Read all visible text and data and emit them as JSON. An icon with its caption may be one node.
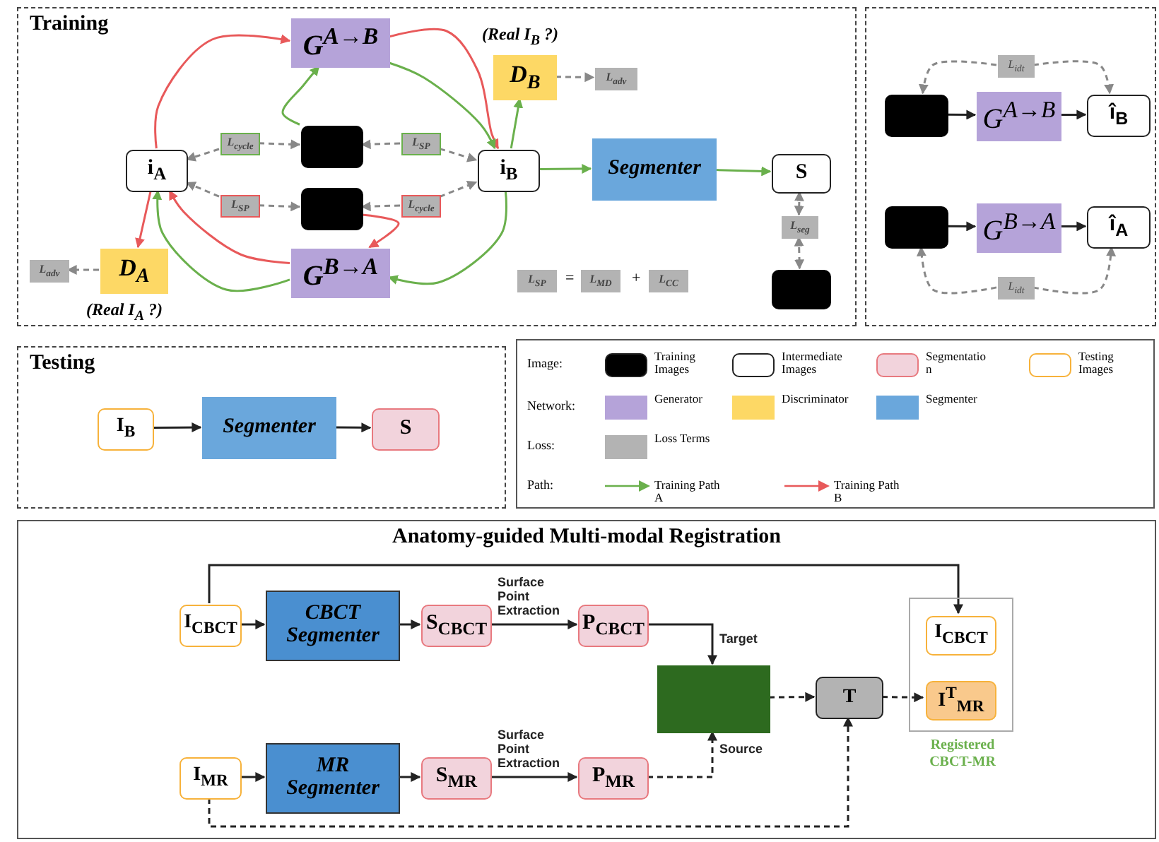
{
  "diagram": {
    "nodes": [
      {
        "text": [
          "Training"
        ]
      },
      {
        "text": [
          "i$_{A}$"
        ],
        "in": 0
      },
      {
        "text": [
          "G$^{A→B}$"
        ],
        "in": 0
      },
      {
        "text": [
          "D$_{B}$"
        ],
        "in": 0,
        "beside": [
          "(Real I$_{B}$ ?)"
        ]
      },
      {
        "text": [
          "L$_{adv}$"
        ],
        "in": 0
      },
      {
        "text": [
          "L$_{cycle}$"
        ],
        "in": 0
      },
      {
        "text": [],
        "shape": "box",
        "in": 0
      },
      {
        "text": [
          "L$_{SP}$"
        ],
        "in": 0
      },
      {
        "text": [
          "i$_{B}$"
        ],
        "in": 0
      },
      {
        "text": [
          "Segmenter"
        ],
        "in": 0
      },
      {
        "text": [
          "S"
        ],
        "in": 0
      },
      {
        "text": [
          "L$_{SP}$"
        ],
        "in": 0
      },
      {
        "text": [],
        "shape": "box",
        "in": 0
      },
      {
        "text": [
          "L$_{cycle}$"
        ],
        "in": 0
      },
      {
        "text": [
          "D$_{A}$"
        ],
        "in": 0,
        "beside": [
          "(Real I$_{A}$ ?)"
        ]
      },
      {
        "text": [
          "L$_{adv}$"
        ],
        "in": 0
      },
      {
        "text": [
          "G$^{B→A}$"
        ],
        "in": 0
      },
      {
        "text": [
          "L$_{seg}$"
        ],
        "in": 0
      },
      {
        "text": [],
        "shape": "box",
        "in": 0
      },
      {
        "text": [
          "L$_{SP}$"
        ],
        "in": 0
      },
      {
        "text": [
          "L$_{MD}$"
        ],
        "in": 0
      },
      {
        "text": [
          "L$_{CC}$"
        ],
        "in": 0
      },
      {
        "text": [],
        "shape": "box"
      },
      {
        "text": [],
        "shape": "box",
        "in": 22
      },
      {
        "text": [
          "G$^{A→B}$"
        ],
        "in": 22
      },
      {
        "text": [
          "î$_{B}$"
        ],
        "in": 22
      },
      {
        "text": [
          "L$_{idt}$"
        ],
        "in": 22
      },
      {
        "text": [],
        "shape": "box",
        "in": 22
      },
      {
        "text": [
          "G$^{B→A}$"
        ],
        "in": 22
      },
      {
        "text": [
          "î$_{A}$"
        ],
        "in": 22
      },
      {
        "text": [
          "L$_{idt}$"
        ],
        "in": 22
      },
      {
        "text": [
          "Testing"
        ]
      },
      {
        "text": [
          "I$_{B}$"
        ],
        "in": 31
      },
      {
        "text": [
          "Segmenter"
        ],
        "in": 31
      },
      {
        "text": [
          "S"
        ],
        "in": 31
      },
      {
        "text": [
          "Anatomy-guided Multi-modal Registration"
        ]
      },
      {
        "text": [
          "I$_{CBCT}$"
        ],
        "in": 35
      },
      {
        "text": [
          "CBCT Segmenter"
        ],
        "in": 35
      },
      {
        "text": [
          "S$_{CBCT}$"
        ],
        "in": 35
      },
      {
        "text": [
          "P$_{CBCT}$"
        ],
        "in": 35
      },
      {
        "text": [],
        "shape": "box",
        "in": 35
      },
      {
        "text": [
          "T"
        ],
        "in": 35
      },
      {
        "text": [],
        "shape": "box",
        "in": 35,
        "beside": [
          "Registered CBCT-MR"
        ]
      },
      {
        "text": [
          "I$_{CBCT}$"
        ],
        "in": 42
      },
      {
        "text": [
          "I$^{T}$$_{MR}$"
        ],
        "in": 42
      },
      {
        "text": [
          "I$_{MR}$"
        ],
        "in": 35
      },
      {
        "text": [
          "MR Segmenter"
        ],
        "in": 35
      },
      {
        "text": [
          "S$_{MR}$"
        ],
        "in": 35
      },
      {
        "text": [
          "P$_{MR}$"
        ],
        "in": 35
      }
    ],
    "edges": [
      {
        "from": 1,
        "to": 2,
        "arrow": "to",
        "color": "#e8595a"
      },
      {
        "from": 2,
        "to": 8,
        "arrow": "to",
        "color": "#e8595a"
      },
      {
        "from": 2,
        "to": 8,
        "arrow": "to",
        "color": "#6ab04c"
      },
      {
        "from": 6,
        "to": 2,
        "arrow": "to",
        "color": "#6ab04c"
      },
      {
        "from": 8,
        "to": 3,
        "arrow": "to",
        "color": "#6ab04c"
      },
      {
        "from": 8,
        "to": 9,
        "arrow": "to",
        "color": "#6ab04c"
      },
      {
        "from": 9,
        "to": 10,
        "arrow": "to",
        "color": "#6ab04c"
      },
      {
        "from": 8,
        "to": 16,
        "arrow": "to",
        "color": "#6ab04c"
      },
      {
        "from": 16,
        "to": 1,
        "arrow": "to",
        "color": "#6ab04c"
      },
      {
        "from": 12,
        "to": 16,
        "arrow": "to",
        "color": "#e8595a"
      },
      {
        "from": 16,
        "to": 1,
        "arrow": "to",
        "color": "#e8595a"
      },
      {
        "from": 1,
        "to": 14,
        "arrow": "to",
        "color": "#e8595a"
      },
      {
        "from": 3,
        "to": 4,
        "arrow": "to",
        "style": "dashed",
        "color": "#888888"
      },
      {
        "from": 14,
        "to": 15,
        "arrow": "to",
        "style": "dashed",
        "color": "#888888"
      },
      {
        "from": 5,
        "to": 1,
        "arrow": "to",
        "style": "dashed",
        "color": "#888888"
      },
      {
        "from": 5,
        "to": 6,
        "arrow": "to",
        "style": "dashed",
        "color": "#888888"
      },
      {
        "from": 7,
        "to": 6,
        "arrow": "to",
        "style": "dashed",
        "color": "#888888"
      },
      {
        "from": 7,
        "to": 8,
        "arrow": "to",
        "style": "dashed",
        "color": "#888888"
      },
      {
        "from": 11,
        "to": 1,
        "arrow": "to",
        "style": "dashed",
        "color": "#888888"
      },
      {
        "from": 11,
        "to": 12,
        "arrow": "to",
        "style": "dashed",
        "color": "#888888"
      },
      {
        "from": 13,
        "to": 12,
        "arrow": "to",
        "style": "dashed",
        "color": "#888888"
      },
      {
        "from": 13,
        "to": 8,
        "arrow": "to",
        "style": "dashed",
        "color": "#888888"
      },
      {
        "from": 10,
        "to": 17,
        "arrow": "both",
        "style": "dashed",
        "color": "#888888"
      },
      {
        "from": 17,
        "to": 18,
        "arrow": "both",
        "style": "dashed",
        "color": "#888888"
      },
      {
        "from": 23,
        "to": 24,
        "arrow": "to"
      },
      {
        "from": 24,
        "to": 25,
        "arrow": "to"
      },
      {
        "from": 26,
        "to": 23,
        "arrow": "to",
        "style": "dashed",
        "color": "#888888"
      },
      {
        "from": 26,
        "to": 25,
        "arrow": "to",
        "style": "dashed",
        "color": "#888888"
      },
      {
        "from": 27,
        "to": 28,
        "arrow": "to"
      },
      {
        "from": 28,
        "to": 29,
        "arrow": "to"
      },
      {
        "from": 30,
        "to": 27,
        "arrow": "to",
        "style": "dashed",
        "color": "#888888"
      },
      {
        "from": 30,
        "to": 29,
        "arrow": "to",
        "style": "dashed",
        "color": "#888888"
      },
      {
        "from": 32,
        "to": 33,
        "arrow": "to"
      },
      {
        "from": 33,
        "to": 34,
        "arrow": "to"
      },
      {
        "from": 36,
        "to": 37,
        "arrow": "to"
      },
      {
        "from": 37,
        "to": 38,
        "arrow": "to"
      },
      {
        "from": 38,
        "to": 39,
        "arrow": "to",
        "label": "Surface Point Extraction"
      },
      {
        "from": 39,
        "to": 40,
        "arrow": "to",
        "label": "Target"
      },
      {
        "from": 40,
        "to": 41,
        "arrow": "to",
        "style": "dashed"
      },
      {
        "from": 41,
        "to": 44,
        "arrow": "to",
        "style": "dashed"
      },
      {
        "from": 36,
        "to": 43,
        "arrow": "to"
      },
      {
        "from": 45,
        "to": 46,
        "arrow": "to"
      },
      {
        "from": 46,
        "to": 47,
        "arrow": "to"
      },
      {
        "from": 47,
        "to": 48,
        "arrow": "to",
        "label": "Surface Point Extraction"
      },
      {
        "from": 48,
        "to": 40,
        "arrow": "to",
        "style": "dashed",
        "label": "Source"
      },
      {
        "from": 45,
        "to": 41,
        "arrow": "to",
        "style": "dashed"
      }
    ],
    "labels": [
      "Image:",
      "Network:",
      "Loss:",
      "Path:",
      "=",
      "+"
    ],
    "legend": [
      {
        "text": "Training Images",
        "color": "#000000"
      },
      {
        "text": "Intermediate Images",
        "color": "#ffffff"
      },
      {
        "text": "Segmentatio n",
        "color": "#f2d3dc"
      },
      {
        "text": "Testing Images",
        "color": "#ffffff"
      },
      {
        "text": "Generator",
        "color": "#b5a3d9"
      },
      {
        "text": "Discriminator",
        "color": "#fdd865"
      },
      {
        "text": "Segmenter",
        "color": "#6aa7dc"
      },
      {
        "text": "Loss Terms",
        "color": "#b3b3b3"
      },
      {
        "text": "Training Path A"
      },
      {
        "text": "Training Path B"
      }
    ]
  }
}
